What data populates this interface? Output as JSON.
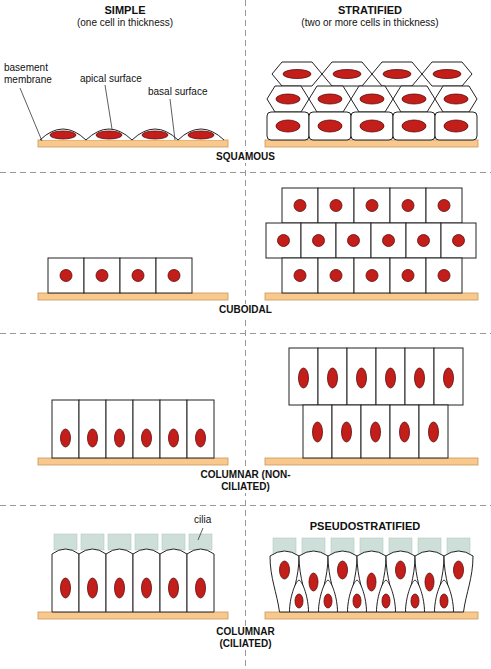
{
  "diagram": {
    "labels": [
      "SIMPLE",
      "(one cell in thickness)",
      "STRATIFIED",
      "(two or more cells in thickness)",
      "basement membrane",
      "apical surface",
      "basal surface",
      "SQUAMOUS",
      "CUBOIDAL",
      "COLUMNAR (NON-CILIATED)",
      "cilia",
      "PSEUDOSTRATIFIED",
      "COLUMNAR (CILIATED)"
    ]
  }
}
